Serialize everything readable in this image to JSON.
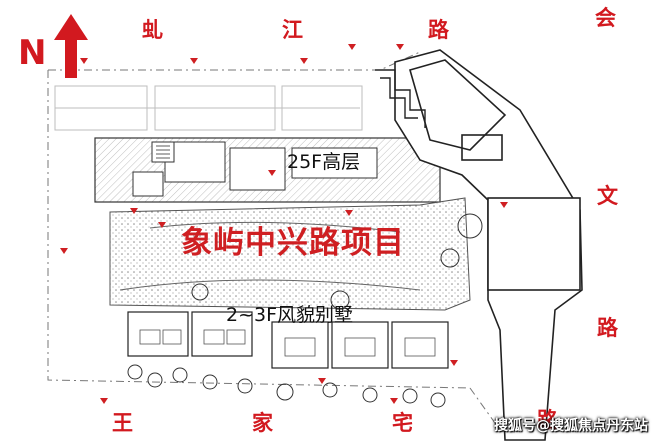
{
  "roads": {
    "north": [
      "虬",
      "江",
      "路"
    ],
    "east": [
      "会",
      "文",
      "路"
    ],
    "south": [
      "王",
      "家",
      "宅",
      "路"
    ]
  },
  "north_marker": {
    "label": "N"
  },
  "project_name": "象屿中兴路项目",
  "zones": {
    "tower": "25F高层",
    "villas": "2~3F风貌别墅"
  },
  "watermark": "搜狐号@搜狐焦点丹东站",
  "colors": {
    "accent_red": "#d2191f",
    "line": "#2a2a2a",
    "hatch": "#b8b8b8",
    "background": "#ffffff"
  }
}
